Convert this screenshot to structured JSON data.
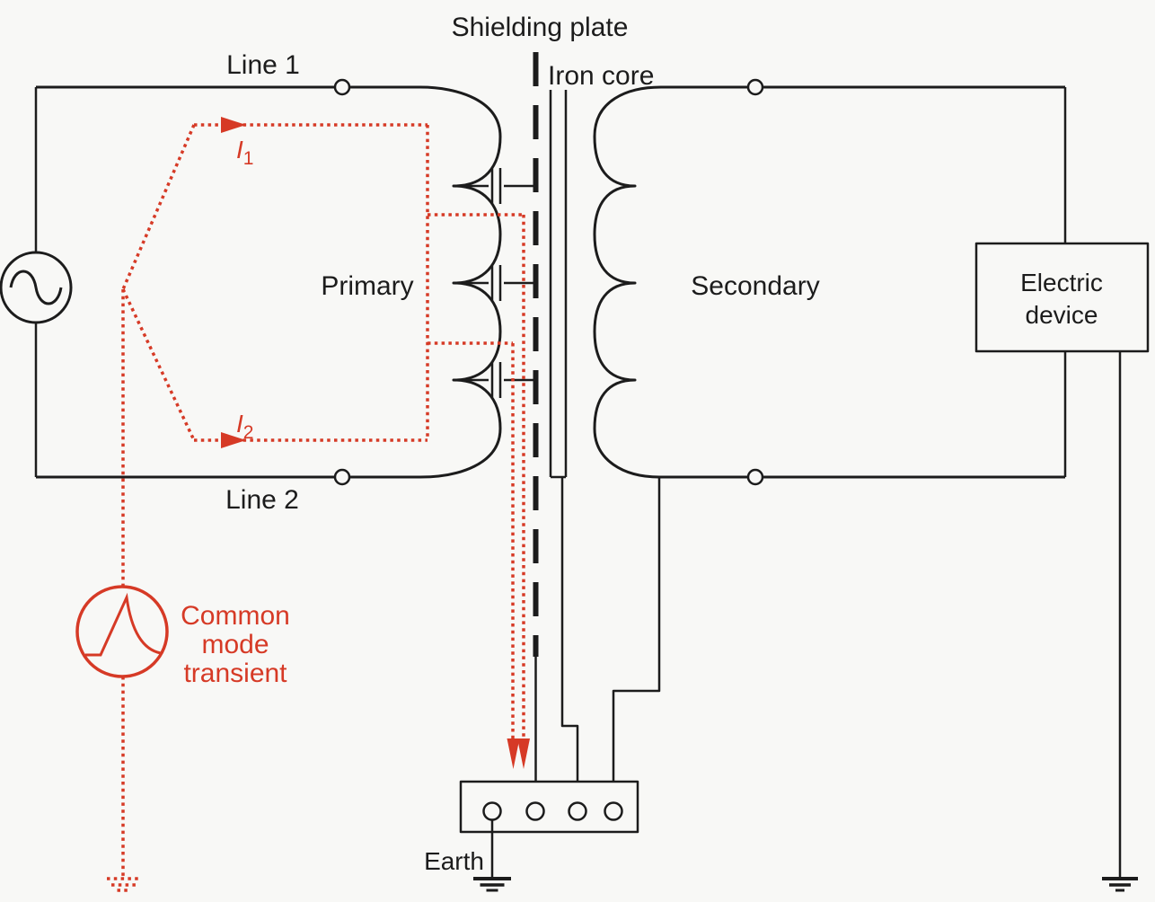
{
  "figure": "isolation-transformer-with-shielding-plate",
  "colors": {
    "background": "#f8f8f6",
    "black": "#1c1c1c",
    "red": "#d63a26"
  },
  "labels": {
    "shielding_plate": "Shielding plate",
    "iron_core": "Iron core",
    "line1": "Line 1",
    "line2": "Line 2",
    "primary": "Primary",
    "secondary": "Secondary",
    "earth": "Earth",
    "electric_device": {
      "line1": "Electric",
      "line2": "device"
    },
    "common_mode_transient": {
      "line1": "Common",
      "line2": "mode",
      "line3": "transient"
    },
    "i1": {
      "base": "I",
      "sub": "1"
    },
    "i2": {
      "base": "I",
      "sub": "2"
    }
  }
}
